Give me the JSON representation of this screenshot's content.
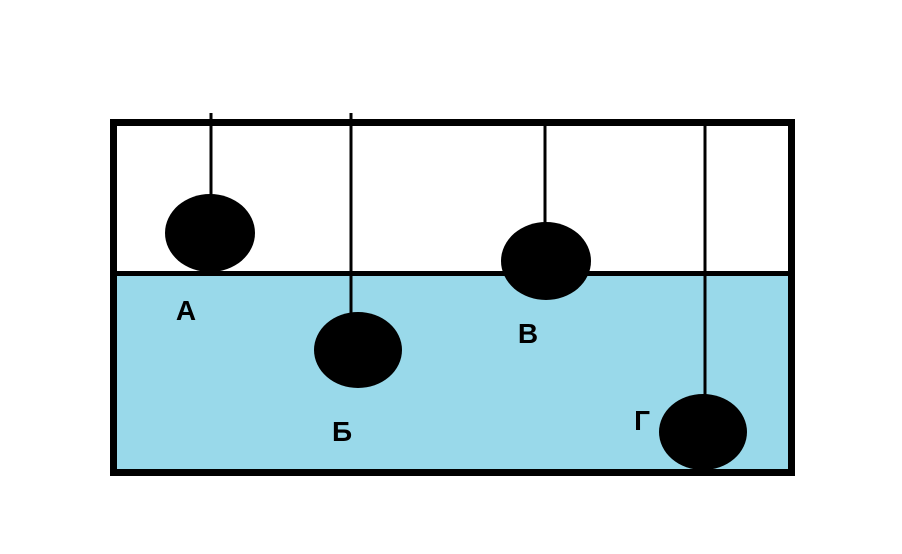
{
  "diagram": {
    "title": "",
    "labels": {
      "ball_a": "А",
      "ball_b": "Б",
      "ball_v": "В",
      "ball_g": "Г"
    }
  },
  "colors": {
    "water": "#99d9ea",
    "ball": "#000000",
    "outline": "#000000",
    "string": "#000000",
    "background": "#ffffff"
  }
}
